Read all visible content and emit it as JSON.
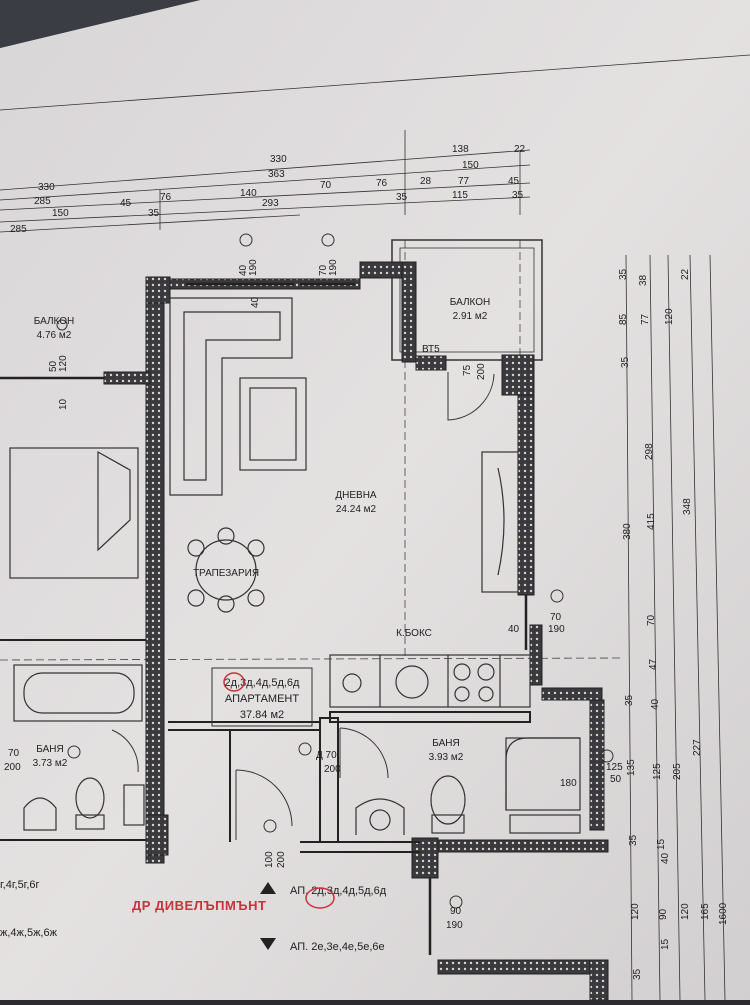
{
  "plan": {
    "top_dimensions": {
      "row1": [
        "330",
        "138",
        "22"
      ],
      "row2": [
        "363",
        "150"
      ],
      "row3": [
        "330",
        "140",
        "70",
        "76",
        "28",
        "77",
        "45"
      ],
      "row4": [
        "285",
        "45",
        "76",
        "293",
        "35",
        "115",
        "35"
      ],
      "row5": [
        "150",
        "35"
      ],
      "row6": [
        "285"
      ]
    },
    "right_dimensions": {
      "col1": [
        "35",
        "85",
        "35",
        "380",
        "35",
        "135",
        "35",
        "120",
        "35"
      ],
      "col2": [
        "38",
        "77",
        "298",
        "415",
        "70",
        "47",
        "40",
        "125",
        "205",
        "15",
        "90",
        "15"
      ],
      "col3": [
        "22",
        "120",
        "348",
        "227",
        "40",
        "120",
        "165"
      ],
      "col4": [
        "1600"
      ]
    },
    "rooms": {
      "balcony_left": {
        "name": "БАЛКОН",
        "area": "4.76 м2"
      },
      "balcony_right": {
        "name": "БАЛКОН",
        "area": "2.91 м2"
      },
      "living": {
        "name": "ДНЕВНА",
        "area": "24.24 м2"
      },
      "dining": {
        "name": "ТРАПЕЗАРИЯ"
      },
      "kitchen": {
        "name": "К.БОКС"
      },
      "bath_left": {
        "name": "БАНЯ",
        "area": "3.73 м2"
      },
      "bath_right": {
        "name": "БАНЯ",
        "area": "3.93 м2"
      }
    },
    "apartment": {
      "units": "2д,3д,4д,5д,6д",
      "label": "АПАРТАМЕНТ",
      "area": "37.84 м2"
    },
    "openings": {
      "win1": [
        "40",
        "190"
      ],
      "win2": [
        "70",
        "190"
      ],
      "bt5": "ВТ5",
      "door_balcony": [
        "75",
        "200"
      ],
      "kitchen_win": [
        "70",
        "190"
      ],
      "kitchen_40": "40",
      "bath_door_left": [
        "70",
        "200"
      ],
      "bath_door_right": [
        "Д 70",
        "200"
      ],
      "entry_door": [
        "100",
        "200"
      ],
      "shower": "180",
      "bath_win": [
        "125",
        "50"
      ],
      "bottom_win": [
        "90",
        "190"
      ],
      "left_win": [
        "50",
        "120"
      ],
      "left_10": "10",
      "win1_40": "40"
    },
    "apartment_lists": {
      "upper": "АП. 2д,3д,4д,5д,6д",
      "lower": "АП. 2е,3е,4е,5е,6е",
      "left_upper": "г,4г,5г,6г",
      "left_lower": "ж,4ж,5ж,6ж"
    },
    "stamp": "ДР ДИВЕЛЪПМЪНТ"
  }
}
